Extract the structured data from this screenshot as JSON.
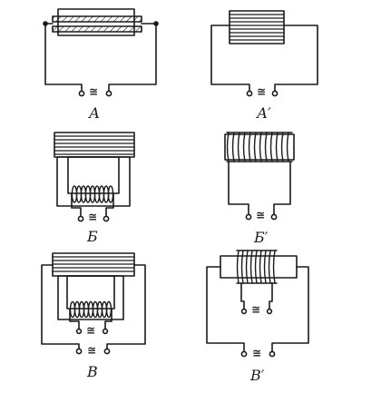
{
  "figure": {
    "panels": [
      {
        "id": "A",
        "label": "А",
        "source_symbol": "≅"
      },
      {
        "id": "A_prime",
        "label": "А′",
        "source_symbol": "≅"
      },
      {
        "id": "B",
        "label": "Б",
        "source_symbol": "≅"
      },
      {
        "id": "B_prime",
        "label": "Б′",
        "source_symbol": "≅"
      },
      {
        "id": "V",
        "label": "В",
        "source_symbol": "≅"
      },
      {
        "id": "V_prime",
        "label": "В′",
        "source_symbol": "≅"
      }
    ]
  }
}
